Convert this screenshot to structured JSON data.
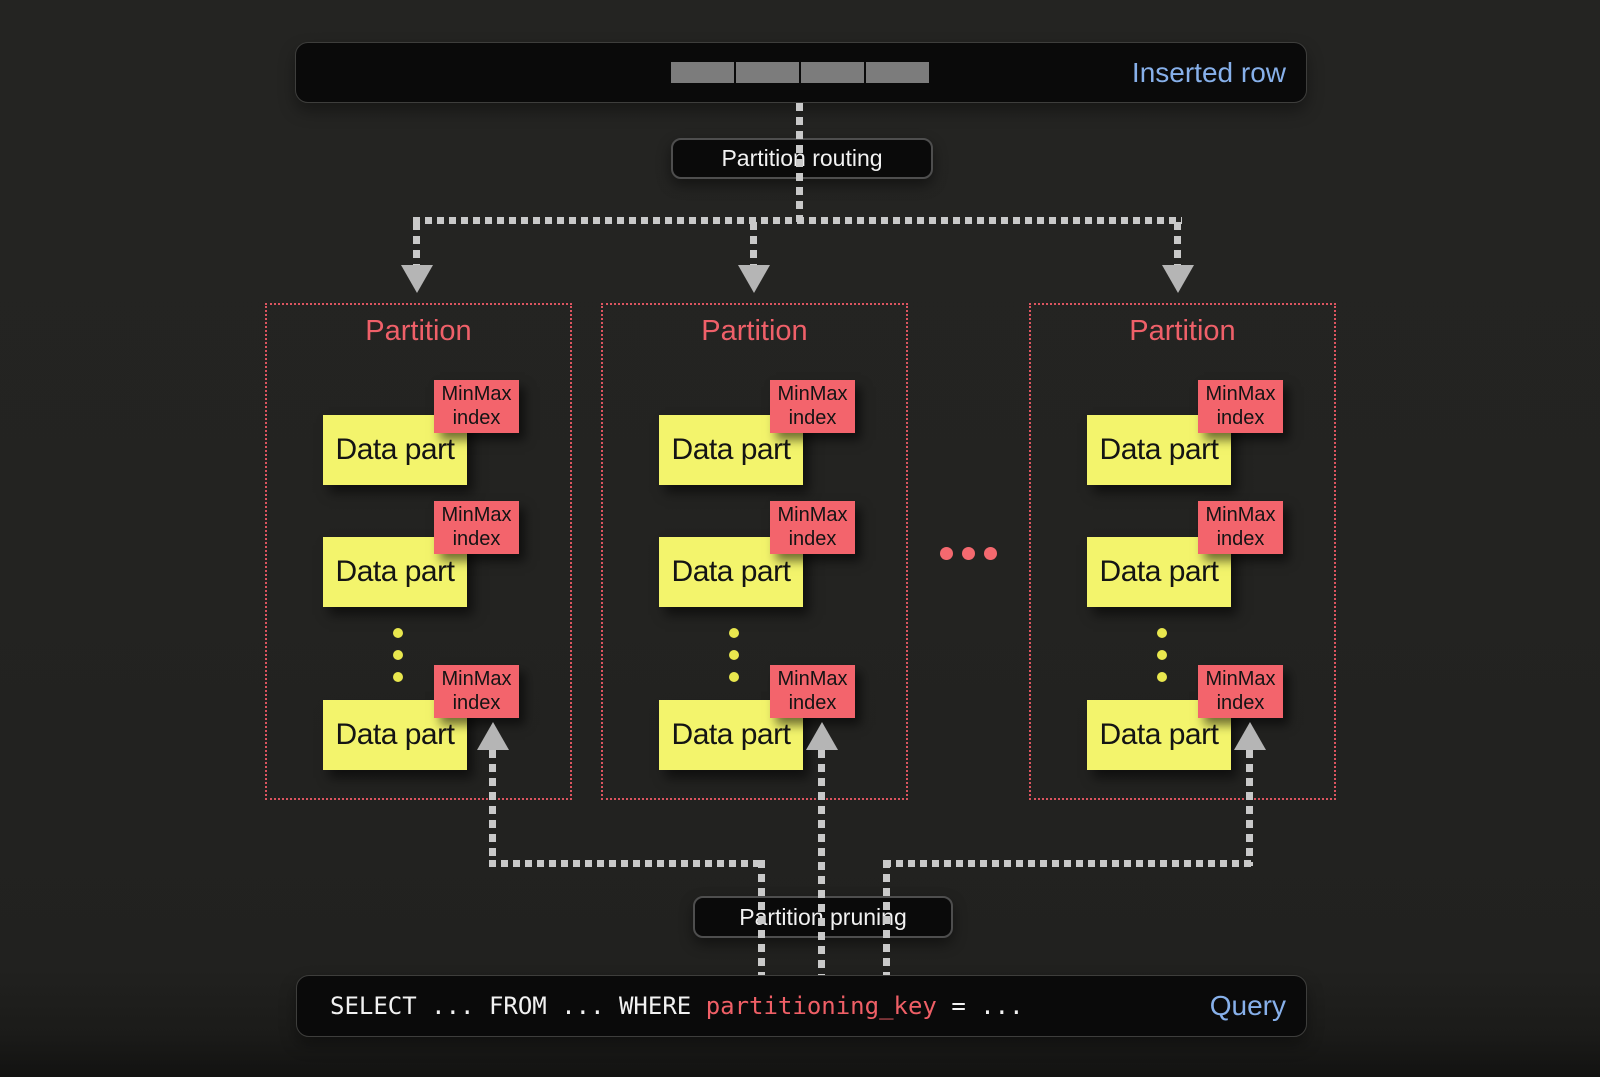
{
  "colors": {
    "background": "#232321",
    "bar_background": "#0a0a0a",
    "bar_border": "#3e3e3c",
    "accent_blue": "#87b0ea",
    "partition_red": "#ef6069",
    "minmax_red": "#f3646c",
    "datapart_yellow": "#f3f46c",
    "dash_gray": "#c9c9c9",
    "arrow_gray": "#b5b5b5",
    "sql_key_red": "#ef5f66"
  },
  "top_bar": {
    "label": "Inserted row",
    "cell_count": 4
  },
  "routing_pill": {
    "label": "Partition routing"
  },
  "partitions": [
    {
      "title": "Partition",
      "parts": [
        {
          "data_label": "Data part",
          "index_label": "MinMax index"
        },
        {
          "data_label": "Data part",
          "index_label": "MinMax index"
        },
        {
          "data_label": "Data part",
          "index_label": "MinMax index"
        }
      ]
    },
    {
      "title": "Partition",
      "parts": [
        {
          "data_label": "Data part",
          "index_label": "MinMax index"
        },
        {
          "data_label": "Data part",
          "index_label": "MinMax index"
        },
        {
          "data_label": "Data part",
          "index_label": "MinMax index"
        }
      ]
    },
    {
      "title": "Partition",
      "parts": [
        {
          "data_label": "Data part",
          "index_label": "MinMax index"
        },
        {
          "data_label": "Data part",
          "index_label": "MinMax index"
        },
        {
          "data_label": "Data part",
          "index_label": "MinMax index"
        }
      ]
    }
  ],
  "more_partitions_ellipsis": "...",
  "pruning_pill": {
    "label": "Partition pruning"
  },
  "query_bar": {
    "sql_before": "SELECT ... FROM ... WHERE ",
    "sql_key": "partitioning_key",
    "sql_after": " = ...",
    "label": "Query"
  }
}
